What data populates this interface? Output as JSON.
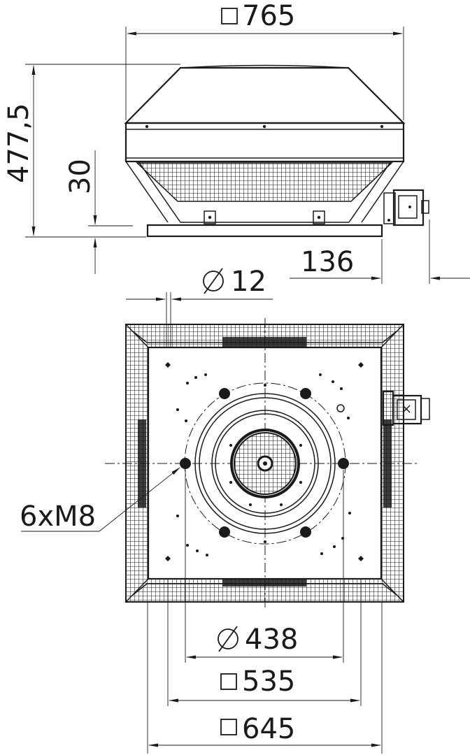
{
  "dimensions": {
    "top_width": "765",
    "height": "477,5",
    "base_height": "30",
    "box_offset": "136",
    "hole_diameter": "12",
    "holes": "6xM8",
    "bolt_circle": "438",
    "inner_square": "535",
    "outer_square": "645"
  },
  "symbols": {
    "square": "square-symbol",
    "diameter": "diameter-symbol"
  }
}
